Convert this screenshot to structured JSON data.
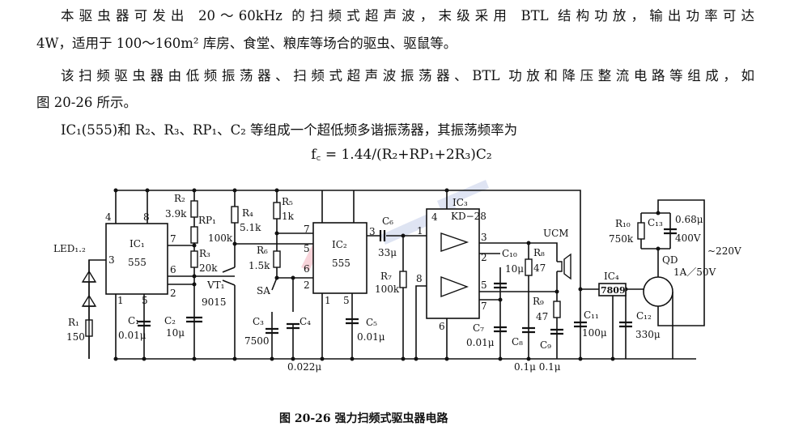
{
  "text": {
    "p1_line1": "本驱虫器可发出 20～60kHz 的扫频式超声波，末级采用 BTL 结构功放，输出功率可达",
    "p1_line2": "4W，适用于 100～160m² 库房、食堂、粮库等场合的驱虫、驱鼠等。",
    "p2_line1": "该扫频驱虫器由低频振荡器、扫频式超声波振荡器、BTL 功放和降压整流电路等组成，如",
    "p2_line2": "图 20-26 所示。",
    "p3_line1": "IC₁(555)和 R₂、R₃、RP₁、C₂ 等组成一个超低频多谐振荡器，其振荡频率为",
    "formula": "f꜀ = 1.44/(R₂+RP₁+2R₃)C₂"
  },
  "circuit": {
    "led": "LED₁.₂",
    "r1": "R₁",
    "r1v": "150",
    "ic1": "IC₁",
    "ic1v": "555",
    "p4": "4",
    "p8": "8",
    "p3": "3",
    "p7": "7",
    "p6": "6",
    "p2": "2",
    "p1": "1",
    "p5": "5",
    "r2": "R₂",
    "r2v": "3.9k",
    "rp1": "RP₁",
    "rp1v": "100k",
    "r3": "R₃",
    "r3v": "20k",
    "c1": "C₁",
    "c1v": "0.01μ",
    "c2": "C₂",
    "c2v": "10μ",
    "vt1": "VT₁",
    "vt1v": "9015",
    "r4": "R₄",
    "r4v": "5.1k",
    "r5": "R₅",
    "r5v": "1k",
    "r6": "R₆",
    "r6v": "1.5k",
    "sa": "SA",
    "c3": "C₃",
    "c3v": "7500",
    "c4": "C₄",
    "c4v": "0.022μ",
    "ic2": "IC₂",
    "ic2v": "555",
    "c5": "C₅",
    "c5v": "0.01μ",
    "c6": "C₆",
    "c6v": "33μ",
    "r7": "R₇",
    "r7v": "100k",
    "ic3": "IC₃",
    "ic3v": "KD−28",
    "c7": "C₇",
    "c7v": "0.01μ",
    "c10": "C₁₀",
    "c10v": "10μ",
    "r8": "R₈",
    "r8v": "47",
    "r9": "R₉",
    "r9v": "47",
    "c8": "C₈",
    "c9": "C₉",
    "c89v": "0.1μ  0.1μ",
    "ucm": "UCM",
    "c11": "C₁₁",
    "c11v": "100μ",
    "ic4v": "7809",
    "ic4": "IC₄",
    "c12": "C₁₂",
    "c12v": "330μ",
    "r10": "R₁₀",
    "r10v": "750k",
    "c13": "C₁₃",
    "c13v": "0.68μ",
    "c13v2": "400V",
    "ac": "~220V",
    "qd": "QD",
    "qdv": "1A／50V"
  },
  "watermark": "中国电子网 21IC.com",
  "caption": "图 20-26    强力扫频式驱虫器电路"
}
